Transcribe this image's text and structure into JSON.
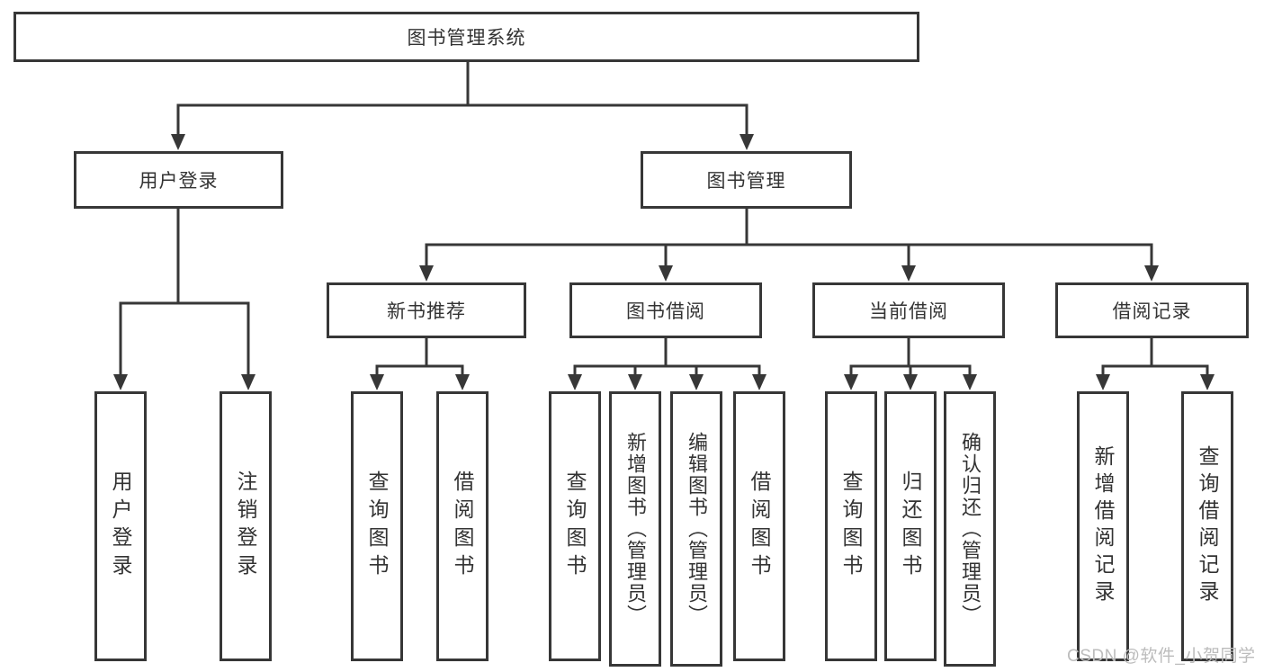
{
  "diagram_title": "图书管理系统",
  "tree": {
    "label": "图书管理系统",
    "children": [
      {
        "label": "用户登录",
        "children": [
          {
            "label": "用户登录"
          },
          {
            "label": "注销登录"
          }
        ]
      },
      {
        "label": "图书管理",
        "children": [
          {
            "label": "新书推荐",
            "children": [
              {
                "label": "查询图书"
              },
              {
                "label": "借阅图书"
              }
            ]
          },
          {
            "label": "图书借阅",
            "children": [
              {
                "label": "查询图书"
              },
              {
                "label": "新增图书（管理员）"
              },
              {
                "label": "编辑图书（管理员）"
              },
              {
                "label": "借阅图书"
              }
            ]
          },
          {
            "label": "当前借阅",
            "children": [
              {
                "label": "查询图书"
              },
              {
                "label": "归还图书"
              },
              {
                "label": "确认归还（管理员）"
              }
            ]
          },
          {
            "label": "借阅记录",
            "children": [
              {
                "label": "新增借阅记录"
              },
              {
                "label": "查询借阅记录"
              }
            ]
          }
        ]
      }
    ]
  },
  "watermark": "CSDN @软件_小贺同学",
  "colors": {
    "line": "#373737",
    "box_border": "#373737",
    "text": "#333333",
    "watermark": "#bcbcbc",
    "background": "#ffffff"
  }
}
